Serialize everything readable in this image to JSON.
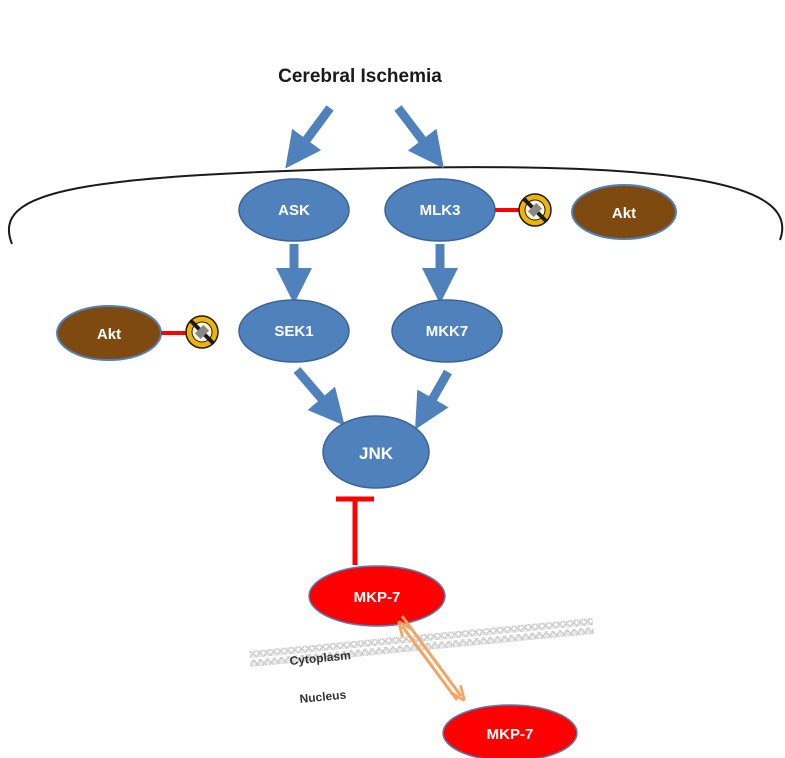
{
  "title": "Cerebral Ischemia",
  "nodes": {
    "ask": "ASK",
    "mlk3": "MLK3",
    "sek1": "SEK1",
    "mkk7": "MKK7",
    "jnk": "JNK",
    "akt_left": "Akt",
    "akt_right": "Akt",
    "mkp7_cytoplasm": "MKP-7",
    "mkp7_nucleus": "MKP-7"
  },
  "membrane_labels": {
    "cytoplasm": "Cytoplasm",
    "nucleus": "Nucleus"
  },
  "colors": {
    "kinase_fill": "#4f81bd",
    "kinase_stroke": "#3a6496",
    "akt_fill": "#7f4a10",
    "mkp_fill": "#ff0000",
    "activation_arrow": "#4f81bd",
    "inhibition": "#ff0000",
    "translocation_arrow": "#f4a460",
    "block_symbol": "#f0b400"
  }
}
